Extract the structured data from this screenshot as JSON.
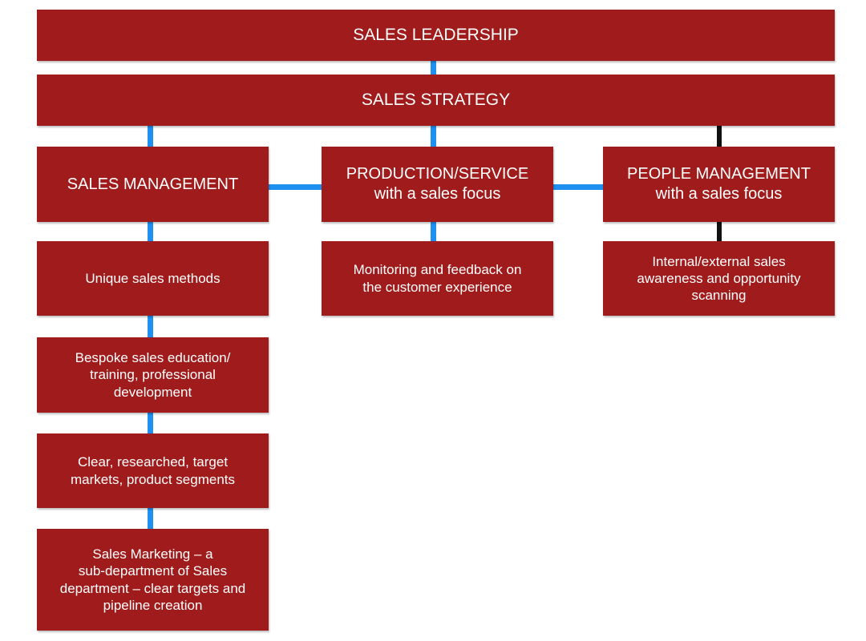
{
  "diagram": {
    "colors": {
      "box_fill": "#a01b1b",
      "box_text": "#ffffff",
      "connector_primary": "#1e90f0",
      "connector_dark": "#111111"
    },
    "top": {
      "leadership": "SALES LEADERSHIP",
      "strategy": "SALES STRATEGY"
    },
    "columns": {
      "sales_management": {
        "title": "SALES MANAGEMENT",
        "items": [
          "Unique sales methods",
          "Bespoke sales education/\ntraining, professional\ndevelopment",
          "Clear, researched, target\nmarkets, product segments",
          "Sales Marketing – a\nsub-department of Sales\ndepartment – clear targets and\npipeline creation"
        ]
      },
      "production_service": {
        "title": "PRODUCTION/SERVICE\nwith a sales focus",
        "items": [
          "Monitoring and feedback on\nthe customer experience"
        ]
      },
      "people_management": {
        "title": "PEOPLE MANAGEMENT\nwith a sales focus",
        "items": [
          "Internal/external sales\nawareness and opportunity\nscanning"
        ]
      }
    }
  }
}
